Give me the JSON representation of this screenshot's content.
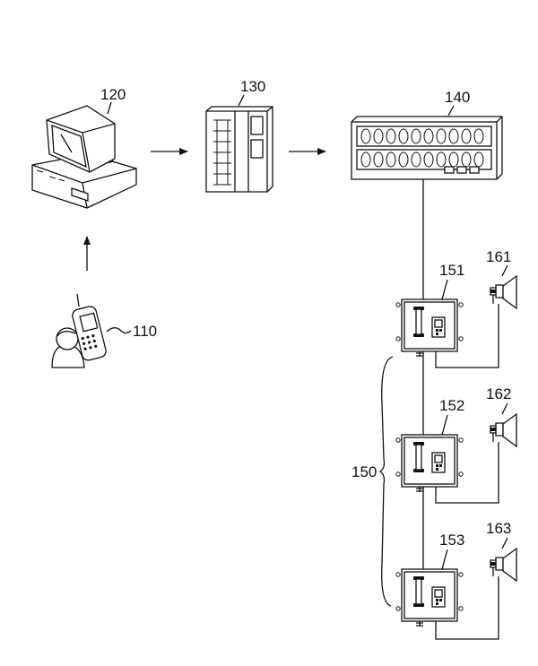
{
  "labels": {
    "phone": "110",
    "computer": "120",
    "controller": "130",
    "broadcast_panel": "140",
    "terminal_group": "150",
    "terminal_1": "151",
    "terminal_2": "152",
    "terminal_3": "153",
    "speaker_1": "161",
    "speaker_2": "162",
    "speaker_3": "163"
  }
}
